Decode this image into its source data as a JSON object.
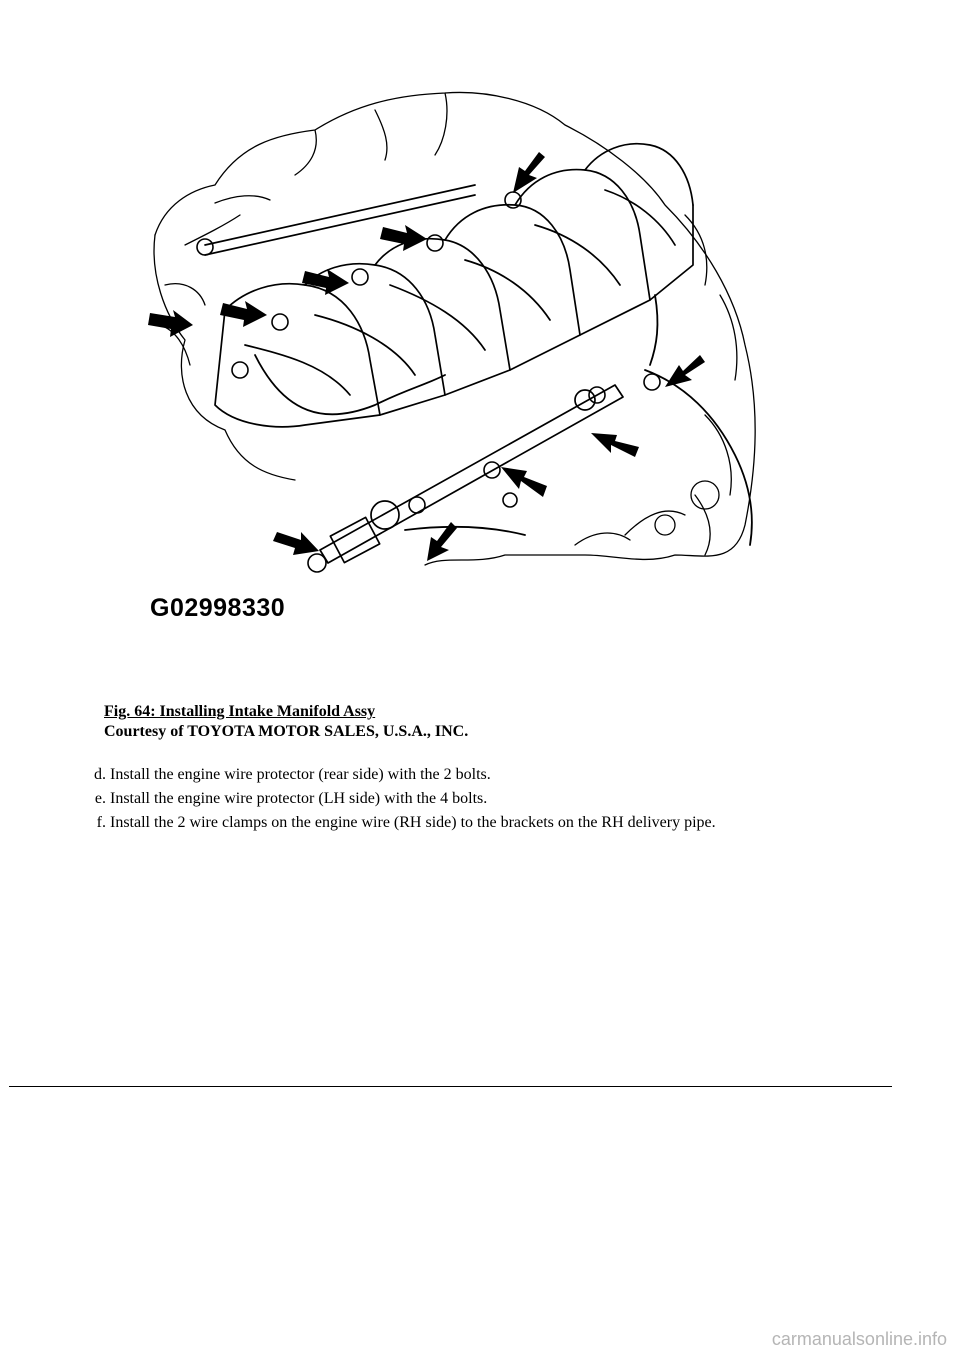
{
  "figure": {
    "image_label": "G02998330",
    "illustration": "engine-intake-manifold-drawing",
    "line_color": "#000000"
  },
  "caption": {
    "title": "Fig. 64: Installing Intake Manifold Assy",
    "courtesy": "Courtesy of TOYOTA MOTOR SALES, U.S.A., INC."
  },
  "steps": [
    {
      "letter": "d.",
      "text": "Install the engine wire protector (rear side) with the 2 bolts."
    },
    {
      "letter": "e.",
      "text": "Install the engine wire protector (LH side) with the 4 bolts."
    },
    {
      "letter": "f.",
      "text": "Install the 2 wire clamps on the engine wire (RH side) to the brackets on the RH delivery pipe."
    }
  ],
  "watermark": "carmanualsonline.info",
  "watermark_color": "#b5b5b5"
}
